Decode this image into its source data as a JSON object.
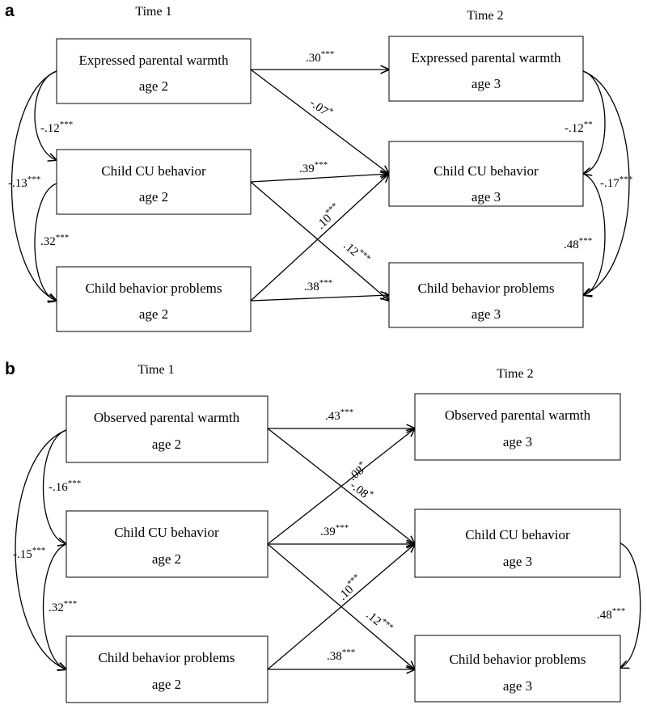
{
  "panels": [
    {
      "letter": "a",
      "time1": "Time 1",
      "time2": "Time 2",
      "boxes": [
        {
          "line1": "Expressed parental warmth",
          "line2": "age 2"
        },
        {
          "line1": "Child CU behavior",
          "line2": "age 2"
        },
        {
          "line1": "Child behavior problems",
          "line2": "age 2"
        },
        {
          "line1": "Expressed parental warmth",
          "line2": "age 3"
        },
        {
          "line1": "Child CU behavior",
          "line2": "age 3"
        },
        {
          "line1": "Child behavior problems",
          "line2": "age 3"
        }
      ],
      "paths": [
        {
          "value": ".30",
          "stars": "***"
        },
        {
          "value": "-.07",
          "stars": "*"
        },
        {
          "value": ".39",
          "stars": "***"
        },
        {
          "value": ".10",
          "stars": "***"
        },
        {
          "value": ".12",
          "stars": "***"
        },
        {
          "value": ".38",
          "stars": "***"
        }
      ],
      "left_cov": [
        {
          "value": "-.12",
          "stars": "***"
        },
        {
          "value": ".32",
          "stars": "***"
        },
        {
          "value": "-.13",
          "stars": "***"
        }
      ],
      "right_cov": [
        {
          "value": "-.12",
          "stars": "**"
        },
        {
          "value": ".48",
          "stars": "***"
        },
        {
          "value": "-.17",
          "stars": "***"
        }
      ]
    },
    {
      "letter": "b",
      "time1": "Time 1",
      "time2": "Time 2",
      "boxes": [
        {
          "line1": "Observed parental warmth",
          "line2": "age 2"
        },
        {
          "line1": "Child CU behavior",
          "line2": "age 2"
        },
        {
          "line1": "Child behavior problems",
          "line2": "age 2"
        },
        {
          "line1": "Observed parental warmth",
          "line2": "age 3"
        },
        {
          "line1": "Child CU behavior",
          "line2": "age 3"
        },
        {
          "line1": "Child behavior problems",
          "line2": "age 3"
        }
      ],
      "paths": [
        {
          "value": ".43",
          "stars": "***"
        },
        {
          "value": "-.08",
          "stars": "*"
        },
        {
          "value": "-.08",
          "stars": "*"
        },
        {
          "value": ".39",
          "stars": "***"
        },
        {
          "value": ".10",
          "stars": "***"
        },
        {
          "value": ".12",
          "stars": "***"
        },
        {
          "value": ".38",
          "stars": "***"
        }
      ],
      "left_cov": [
        {
          "value": "-.16",
          "stars": "***"
        },
        {
          "value": ".32",
          "stars": "***"
        },
        {
          "value": "-.15",
          "stars": "***"
        }
      ],
      "right_cov": [
        {
          "value": ".48",
          "stars": "***"
        }
      ]
    }
  ]
}
